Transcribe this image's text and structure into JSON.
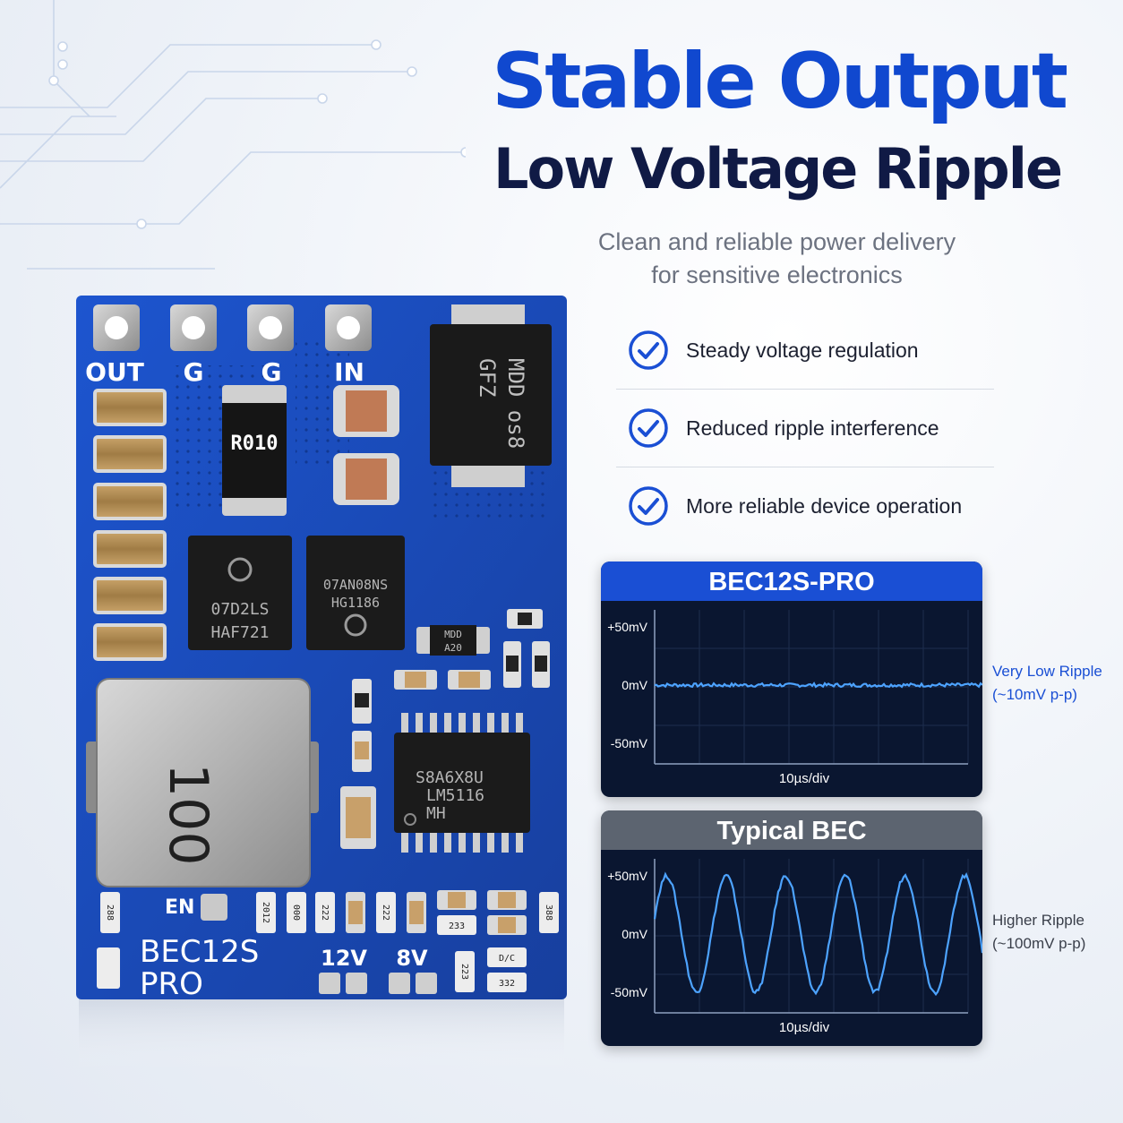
{
  "headline": {
    "line1": "Stable Output",
    "line2": "Low Voltage Ripple"
  },
  "subtitle": {
    "line1": "Clean and reliable power delivery",
    "line2": "for sensitive electronics"
  },
  "features": [
    {
      "text": "Steady voltage regulation"
    },
    {
      "text": "Reduced ripple interference"
    },
    {
      "text": "More reliable device operation"
    }
  ],
  "board": {
    "pads": {
      "out": "OUT",
      "g1": "G",
      "g2": "G",
      "in": "IN"
    },
    "model_line1": "BEC12S",
    "model_line2": "PRO",
    "en_label": "EN",
    "v12_label": "12V",
    "v8_label": "8V",
    "resistor": "R010",
    "diode_line1": "MDD os8",
    "diode_line2": "GFZ",
    "mosfet1_line1": "07D2LS",
    "mosfet1_line2": "HAF721",
    "mosfet2_line1": "07AN08NS",
    "mosfet2_line2": "HG1186",
    "small_diode_line1": "MDD",
    "small_diode_line2": "A20",
    "ic_line1": "S8A6X8U",
    "ic_line2": "LM5116",
    "ic_line3": "MH",
    "inductor": "100",
    "smd_codes": [
      "288",
      "2012",
      "000",
      "222",
      "222",
      "233",
      "388",
      "223",
      "D/C",
      "332"
    ]
  },
  "scopes": [
    {
      "title": "BEC12S-PRO",
      "header_color": "#1a4fd4",
      "y_labels": [
        "+50mV",
        "0mV",
        "-50mV"
      ],
      "x_label": "10µs/div",
      "note_line1": "Very Low Ripple",
      "note_line2": "(~10mV p-p)",
      "note_color": "#1a4fd4",
      "ripple_mv_pp": 10,
      "cycles": 0
    },
    {
      "title": "Typical BEC",
      "header_color": "#5c6470",
      "y_labels": [
        "+50mV",
        "0mV",
        "-50mV"
      ],
      "x_label": "10µs/div",
      "note_line1": "Higher Ripple",
      "note_line2": "(~100mV p-p)",
      "note_color": "#3a3f4a",
      "ripple_mv_pp": 100,
      "cycles": 5.5
    }
  ],
  "colors": {
    "accent": "#1048cf",
    "dark_navy": "#101a45",
    "pcb": "#1d4fc4",
    "trace": "#4da3ff"
  }
}
